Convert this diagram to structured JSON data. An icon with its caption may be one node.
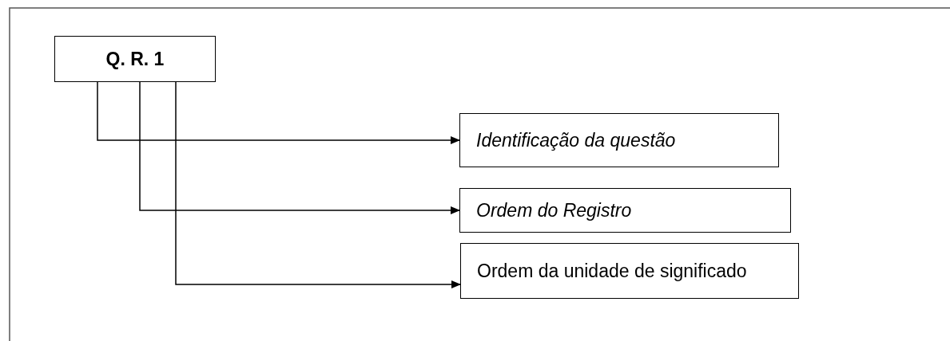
{
  "diagram": {
    "nodes": [
      {
        "text": [
          "Q. R. 1"
        ]
      },
      {
        "text": [
          "Identificação da questão"
        ]
      },
      {
        "text": [
          "Ordem do Registro"
        ]
      },
      {
        "text": [
          "Ordem da unidade de significado"
        ]
      }
    ],
    "edges": [
      {
        "from": 0,
        "to": 1,
        "arrow": "to"
      },
      {
        "from": 0,
        "to": 2,
        "arrow": "to"
      },
      {
        "from": 0,
        "to": 3,
        "arrow": "to"
      }
    ]
  }
}
